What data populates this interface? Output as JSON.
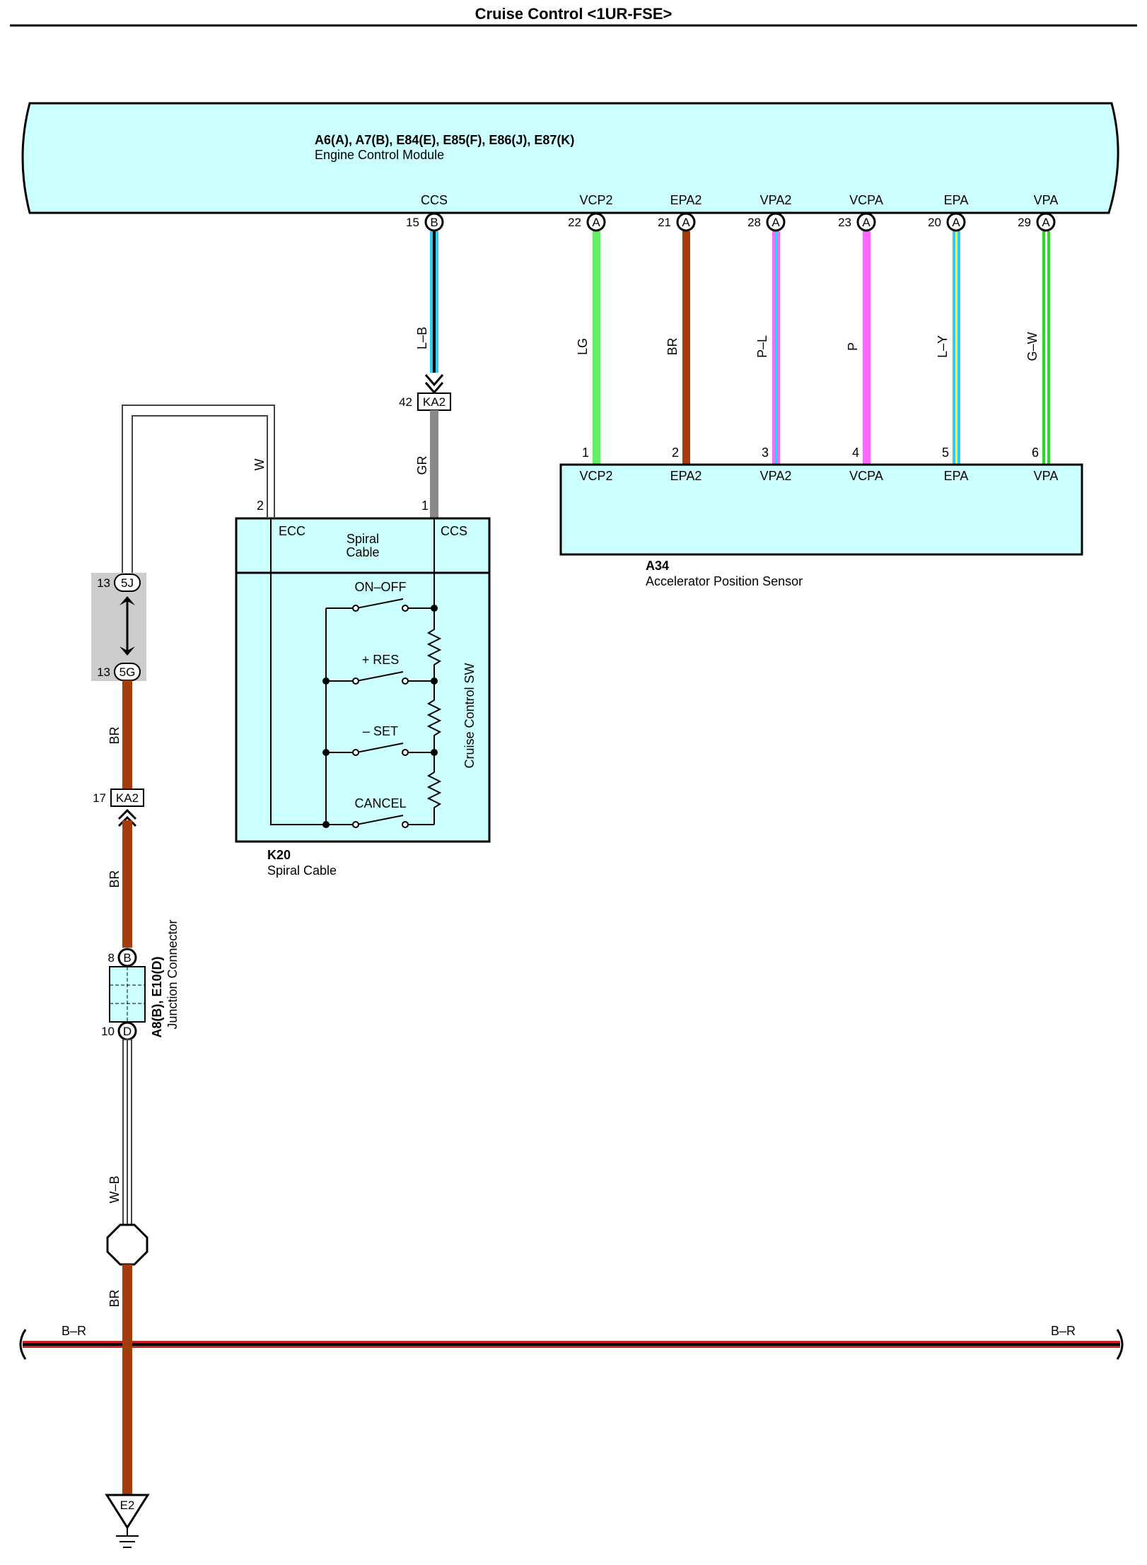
{
  "title": "Cruise Control <1UR-FSE>",
  "ecm": {
    "connectors": "A6(A), A7(B), E84(E), E85(F), E86(J), E87(K)",
    "name": "Engine Control Module",
    "terminals": [
      {
        "label": "CCS",
        "pin": "15",
        "conn": "B"
      },
      {
        "label": "VCP2",
        "pin": "22",
        "conn": "A"
      },
      {
        "label": "EPA2",
        "pin": "21",
        "conn": "A"
      },
      {
        "label": "VPA2",
        "pin": "28",
        "conn": "A"
      },
      {
        "label": "VCPA",
        "pin": "23",
        "conn": "A"
      },
      {
        "label": "EPA",
        "pin": "20",
        "conn": "A"
      },
      {
        "label": "VPA",
        "pin": "29",
        "conn": "A"
      }
    ]
  },
  "wires": {
    "ccs_ecm": "L–B",
    "ccs_sw": "GR",
    "ecc": "W",
    "vcp2": "LG",
    "epa2": "BR",
    "vpa2": "P–L",
    "vcpa": "P",
    "epa": "L–Y",
    "vpa": "G–W",
    "gnd_upper": "BR",
    "gnd_mid": "BR",
    "gnd_wb": "W–B",
    "gnd_lower": "BR",
    "bus_left": "B–R",
    "bus_right": "B–R"
  },
  "connectors": {
    "ka2_top": {
      "pin": "42",
      "name": "KA2"
    },
    "ka2_bottom": {
      "pin": "17",
      "name": "KA2"
    },
    "c5j": {
      "pin": "13",
      "name": "5J"
    },
    "c5g": {
      "pin": "13",
      "name": "5G"
    },
    "jc_b": {
      "pin": "8",
      "conn": "B"
    },
    "jc_d": {
      "pin": "10",
      "conn": "D"
    }
  },
  "junction_connector": {
    "id": "A8(B), E10(D)",
    "name": "Junction Connector"
  },
  "sensor": {
    "id": "A34",
    "name": "Accelerator Position Sensor",
    "terminals": [
      {
        "pin": "1",
        "label": "VCP2"
      },
      {
        "pin": "2",
        "label": "EPA2"
      },
      {
        "pin": "3",
        "label": "VPA2"
      },
      {
        "pin": "4",
        "label": "VCPA"
      },
      {
        "pin": "5",
        "label": "EPA"
      },
      {
        "pin": "6",
        "label": "VPA"
      }
    ]
  },
  "spiral": {
    "id": "K20",
    "name": "Spiral Cable",
    "pin_ecc": "2",
    "pin_ccs": "1",
    "term_ecc": "ECC",
    "term_ccs": "CCS",
    "cable_label_1": "Spiral",
    "cable_label_2": "Cable",
    "switch_name": "Cruise Control SW",
    "switches": [
      "ON–OFF",
      "+ RES",
      "– SET",
      "CANCEL"
    ]
  },
  "ground": {
    "name": "E2"
  },
  "colors": {
    "module_fill": "#ccffff",
    "lg": "#66ee66",
    "br": "#a63c0c",
    "pink": "#ff66ff",
    "lightblue": "#33ccee",
    "green": "#22dd22",
    "gray": "#888888",
    "red": "#cc2222"
  }
}
